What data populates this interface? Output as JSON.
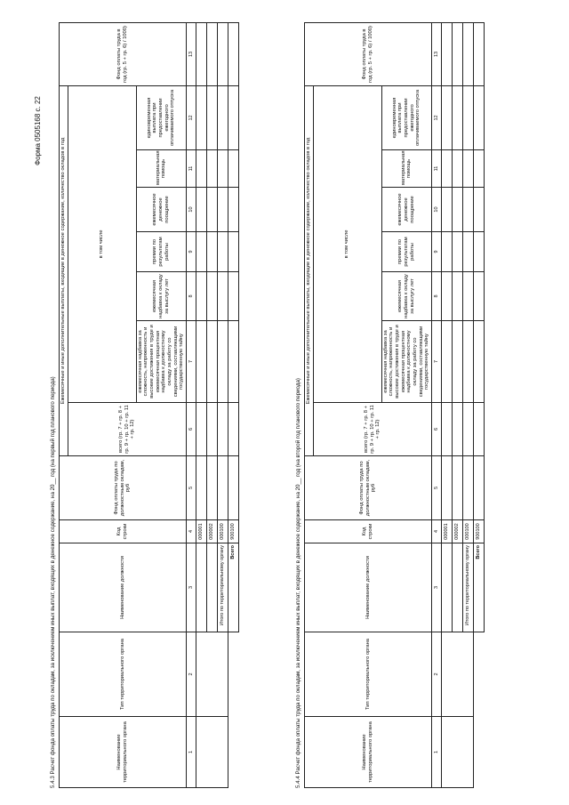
{
  "form_code": "Форма 0505168 с. 22",
  "sections": [
    {
      "title": "5.4.3 Расчет фонда оплаты труда по окладам, за исключением иных выплат, входящих в денежное содержание, на 20__ год (на первый год планового периода)"
    },
    {
      "title": "5.4.4 Расчет фонда оплаты труда по окладам, за исключением иных выплат, входящих в денежное содержание, на 20__ год (на второй год планового периода)"
    }
  ],
  "headers": {
    "col1": "Наименование территориального органа",
    "col2": "Тип территориального органа",
    "col3": "Наименование должности",
    "col4": "Код строки",
    "col5": "Фонд оплаты труда по должностным окладам, руб",
    "group": "Ежемесячные и иные дополнительные выплаты, входящие в денежное содержание, количество окладов в год",
    "col6": "всего (гр. 7 + гр. 8 + гр. 9 + гр. 10 + гр. 11 + гр. 12)",
    "subgroup": "в том числе",
    "col7": "ежемесячная надбавка за сложность, напряженность и высокие достижения в труде и ежемесячная процентная надбавка к должностному окладу за работу со сведениями, составляющими государственную тайну",
    "col8": "ежемесячная надбавка к окладу за выслугу лет",
    "col9": "премии по результатам работы",
    "col10": "ежемесячное денежное поощрение",
    "col11": "материальная помощь",
    "col12": "единовременная выплата при предоставлении ежегодного оплачиваемого отпуска",
    "col13": "Фонд оплаты труда в год (гр. 5 + гр. 6) / 1000)"
  },
  "column_numbers": [
    "1",
    "2",
    "3",
    "4",
    "5",
    "6",
    "7",
    "8",
    "9",
    "10",
    "11",
    "12",
    "13"
  ],
  "row_codes": [
    "000001",
    "000002",
    "000100",
    "900100"
  ],
  "total_territorial_label": "Итого по территориальному органу",
  "total_label": "Всего"
}
